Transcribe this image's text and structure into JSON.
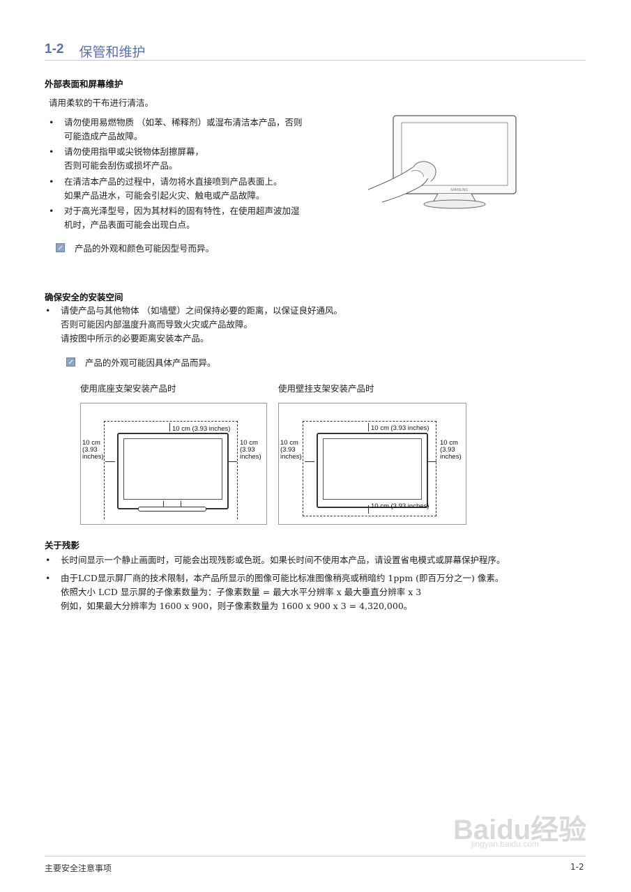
{
  "header": {
    "number": "1-2",
    "title": "保管和维护"
  },
  "s1": {
    "heading": "外部表面和屏幕维护",
    "intro": "请用柔软的干布进行清洁。",
    "bullets": [
      [
        "请勿使用易燃物质 （如苯、稀释剂）或湿布清洁本产品，否则",
        "可能造成产品故障。"
      ],
      [
        "请勿使用指甲或尖锐物体刮擦屏幕，",
        "否则可能会刮伤或损坏产品。"
      ],
      [
        "在清洁本产品的过程中，请勿将水直接喷到产品表面上。",
        "如果产品进水，可能会引起火灾、触电或产品故障。"
      ],
      [
        "对于高光泽型号，因为其材料的固有特性，在使用超声波加湿",
        "机时，产品表面可能会出现白点。"
      ]
    ],
    "note": "产品的外观和颜色可能因型号而异。",
    "brand": "SAMSUNG"
  },
  "s2": {
    "heading": "确保安全的安装空间",
    "lines": [
      "请使产品与其他物体 （如墙壁）之间保持必要的距离，以保证良好通风。",
      "否则可能因内部温度升高而导致火灾或产品故障。",
      "请按图中所示的必要距离安装本产品。"
    ],
    "note": "产品的外观可能因具体产品而异。",
    "caption_stand": "使用底座支架安装产品时",
    "caption_wall": "使用壁挂支架安装产品时",
    "dim_top": "10 cm (3.93 inches)",
    "dim_side": [
      "10 cm",
      "(3.93",
      "inches)"
    ]
  },
  "s3": {
    "heading": "关于残影",
    "b1": "长时间显示一个静止画面时，可能会出现残影或色斑。如果长时间不使用本产品，请设置省电模式或屏幕保护程序。",
    "b2": [
      "由于LCD显示屏厂商的技术限制，本产品所显示的图像可能比标准图像稍亮或稍暗约 1ppm (即百万分之一) 像素。",
      "依照大小 LCD 显示屏的子像素数量为：子像素数量 = 最大水平分辨率 x 最大垂直分辨率 x 3",
      "例如，如果最大分辨率为 1600 x 900，则子像素数量为 1600 x 900 x 3 = 4,320,000。"
    ]
  },
  "footer": {
    "left": "主要安全注意事项",
    "right": "1-2"
  },
  "watermark": {
    "logo": "Baidu经验",
    "url": "jingyan.baidu.com"
  }
}
